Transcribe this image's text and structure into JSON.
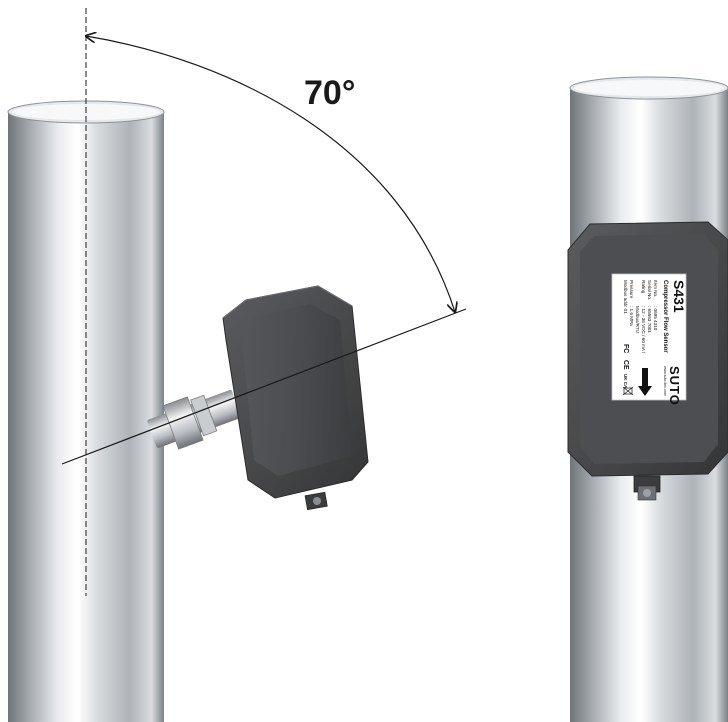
{
  "diagram": {
    "angle_label": "70°"
  },
  "sensor_label": {
    "model": "S431",
    "product_name": "Compressor Flow Sensor",
    "field_labels": [
      "Item No.",
      "Serial No.",
      "Rating",
      "Pressure",
      "Modbus addr"
    ],
    "field_values": [
      ": 0695 4310",
      ": 65563 7001",
      ": 12 - 36 VDC / 60 mA /",
      ": 1.6 MPa",
      ": 01"
    ],
    "extra_line": "Modbus/RTU",
    "brand": "SUTO",
    "website": "www.suto-itec.com",
    "marks": [
      "FC",
      "CE",
      "UK CA"
    ]
  },
  "colors": {
    "background": "#ffffff",
    "pipe_light": "#f4f6f8",
    "pipe_dark": "#6f7479",
    "housing": "#4a4c4e",
    "housing_dark": "#2f3133",
    "line": "#1a1a1a"
  }
}
